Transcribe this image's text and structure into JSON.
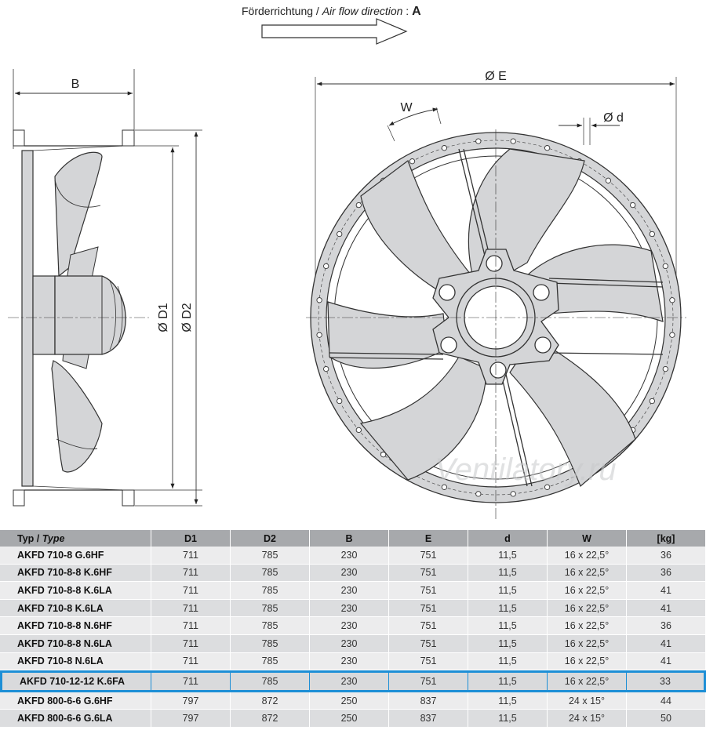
{
  "airflow": {
    "label_de": "Förderrichtung",
    "separator": " / ",
    "label_en": "Air flow direction",
    "colon": " : ",
    "letter": "A"
  },
  "dims": {
    "B": "B",
    "D1": "Ø D1",
    "D2": "Ø D2",
    "E": "Ø E",
    "W": "W",
    "d": "Ø d"
  },
  "watermark": "Ventilatory.ru",
  "table": {
    "header": {
      "typ": "Typ",
      "slash": " / ",
      "type_it": "Type",
      "cols": [
        "D1",
        "D2",
        "B",
        "E",
        "d",
        "W",
        "[kg]"
      ]
    },
    "rows": [
      [
        "AKFD 710-8 G.6HF",
        "711",
        "785",
        "230",
        "751",
        "11,5",
        "16 x 22,5°",
        "36"
      ],
      [
        "AKFD 710-8-8 K.6HF",
        "711",
        "785",
        "230",
        "751",
        "11,5",
        "16 x 22,5°",
        "36"
      ],
      [
        "AKFD 710-8-8 K.6LA",
        "711",
        "785",
        "230",
        "751",
        "11,5",
        "16 x 22,5°",
        "41"
      ],
      [
        "AKFD 710-8 K.6LA",
        "711",
        "785",
        "230",
        "751",
        "11,5",
        "16 x 22,5°",
        "41"
      ],
      [
        "AKFD 710-8-8 N.6HF",
        "711",
        "785",
        "230",
        "751",
        "11,5",
        "16 x 22,5°",
        "36"
      ],
      [
        "AKFD 710-8-8 N.6LA",
        "711",
        "785",
        "230",
        "751",
        "11,5",
        "16 x 22,5°",
        "41"
      ],
      [
        "AKFD 710-8 N.6LA",
        "711",
        "785",
        "230",
        "751",
        "11,5",
        "16 x 22,5°",
        "41"
      ],
      [
        "AKFD 710-12-12 K.6FA",
        "711",
        "785",
        "230",
        "751",
        "11,5",
        "16 x 22,5°",
        "33"
      ],
      [
        "AKFD 800-6-6 G.6HF",
        "797",
        "872",
        "250",
        "837",
        "11,5",
        "24 x 15°",
        "44"
      ],
      [
        "AKFD 800-6-6 G.6LA",
        "797",
        "872",
        "250",
        "837",
        "11,5",
        "24 x 15°",
        "50"
      ]
    ],
    "highlight_row": 7,
    "highlight_color": "#1d8fd6"
  }
}
